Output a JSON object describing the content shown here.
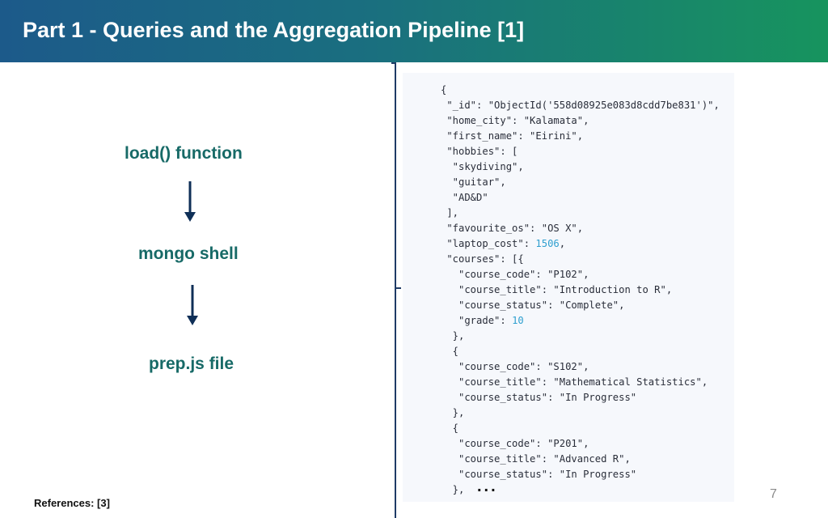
{
  "header": {
    "title": "Part 1 - Queries and the Aggregation Pipeline [1]"
  },
  "flow": {
    "step1": "load() function",
    "step2": "mongo shell",
    "step3": "prep.js file",
    "arrow_color": "#0f2f57",
    "label_color": "#176a67"
  },
  "code_lines": [
    "{",
    " \"_id\": \"ObjectId('558d08925e083d8cdd7be831')\",",
    " \"home_city\": \"Kalamata\",",
    " \"first_name\": \"Eirini\",",
    " \"hobbies\": [",
    "  \"skydiving\",",
    "  \"guitar\",",
    "  \"AD&D\"",
    " ],",
    " \"favourite_os\": \"OS X\",",
    " \"laptop_cost\": 1506,",
    " \"courses\": [{",
    "   \"course_code\": \"P102\",",
    "   \"course_title\": \"Introduction to R\",",
    "   \"course_status\": \"Complete\",",
    "   \"grade\": 10",
    "  },",
    "  {",
    "   \"course_code\": \"S102\",",
    "   \"course_title\": \"Mathematical Statistics\",",
    "   \"course_status\": \"In Progress\"",
    "  },",
    "  {",
    "   \"course_code\": \"P201\",",
    "   \"course_title\": \"Advanced R\",",
    "   \"course_status\": \"In Progress\"",
    "  },"
  ],
  "ellipsis": "...",
  "footer": {
    "references": "References: [3]",
    "page_number": "7"
  }
}
